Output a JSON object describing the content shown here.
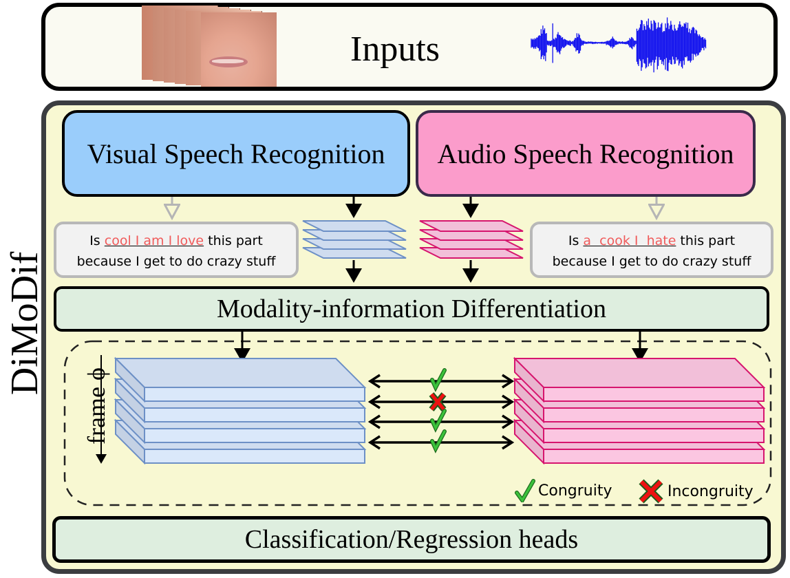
{
  "figure": {
    "side_label": "DiMoDif",
    "inputs": {
      "title": "Inputs",
      "video_frames_icon": "face-video-frames",
      "audio_waveform_icon": "audio-waveform"
    },
    "vsr": {
      "title": "Visual Speech Recognition",
      "transcript": {
        "prefix": "Is ",
        "highlighted": "cool I am I love",
        "suffix": " this part",
        "line2": "because I get to do crazy stuff"
      }
    },
    "asr": {
      "title": "Audio Speech Recognition",
      "transcript": {
        "prefix": "Is ",
        "highlighted": "a  cook I  hate",
        "suffix": " this part",
        "line2": "because I get to do crazy stuff"
      }
    },
    "differentiation": {
      "title": "Modality-information Differentiation"
    },
    "frame_axis": {
      "label": "frame ϕ"
    },
    "frame_comparisons": [
      "congruity",
      "incongruity",
      "congruity",
      "congruity"
    ],
    "legend": {
      "congruity": "Congruity",
      "incongruity": "Incongruity"
    },
    "heads": {
      "title": "Classification/Regression heads"
    },
    "colors": {
      "visual": "#9acdfb",
      "audio": "#fb9ccb",
      "visual_feature": "#cfdcef",
      "audio_feature": "#f2bfd9",
      "panel": "#f8f8d2",
      "module": "#deeedf",
      "highlight": "#f05b5b",
      "check": "#3cc23c",
      "cross": "#ee1111"
    }
  }
}
